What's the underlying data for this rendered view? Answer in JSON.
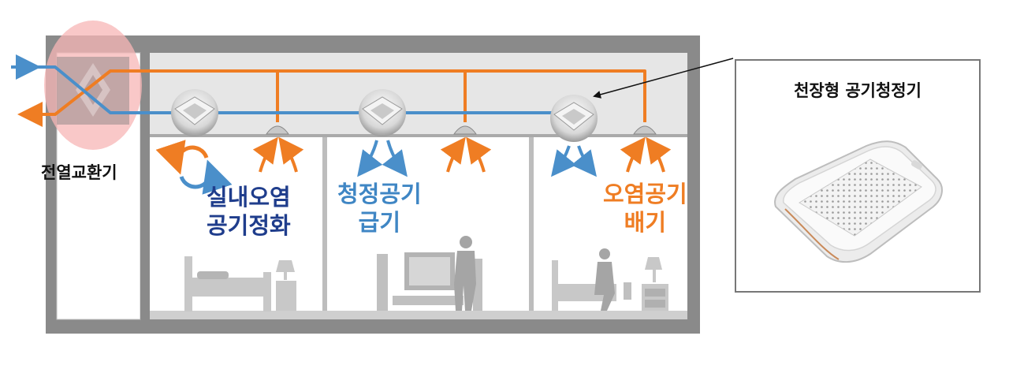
{
  "labels": {
    "heat_exchanger": "전열교환기",
    "indoor_purify_line1": "실내오염",
    "indoor_purify_line2": "공기정화",
    "clean_supply_line1": "청정공기",
    "clean_supply_line2": "급기",
    "polluted_exhaust_line1": "오염공기",
    "polluted_exhaust_line2": "배기"
  },
  "inset": {
    "title": "천장형 공기청정기"
  },
  "colors": {
    "supply_duct": "#4a8fca",
    "exhaust_duct": "#ef7d23",
    "navy_text": "#1f3d8c",
    "building_gray": "#8a8a8a"
  },
  "icons": [
    "ceiling-purifier-icon",
    "heat-exchanger-icon",
    "recirculation-icon",
    "bed-icon",
    "tv-icon",
    "speaker-icon",
    "lamp-icon",
    "person-icon",
    "nightstand-icon"
  ]
}
